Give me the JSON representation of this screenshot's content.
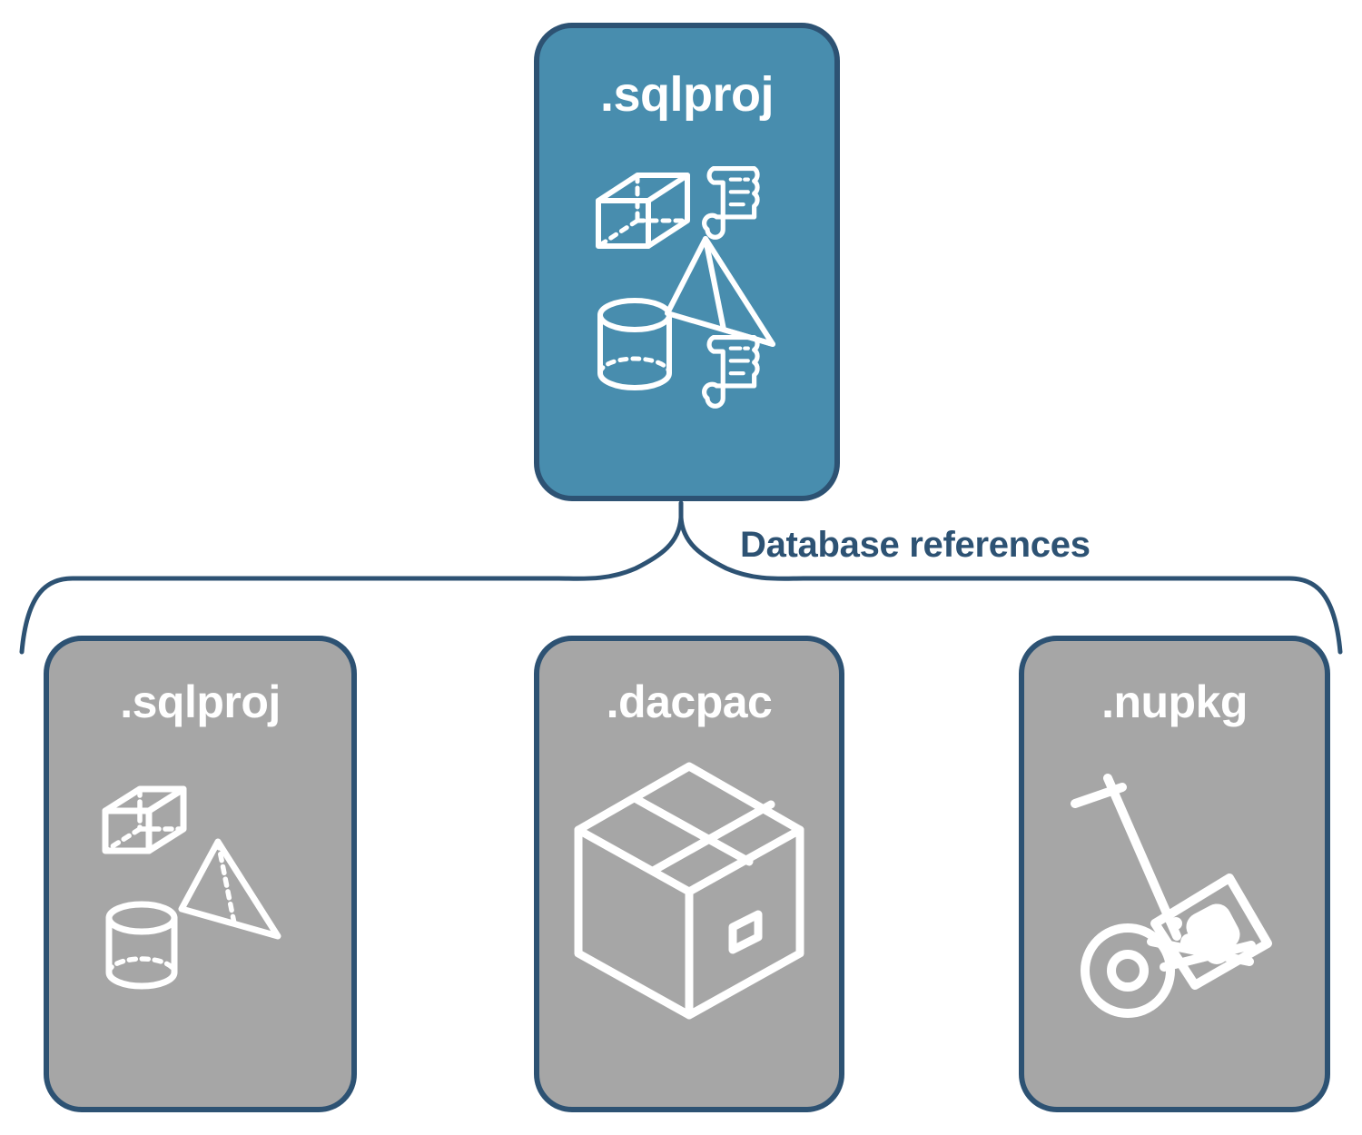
{
  "diagram": {
    "title_text": "Database references",
    "colors": {
      "accent_teal": "#488dae",
      "card_gray": "#a6a6a6",
      "border_navy": "#2d5273",
      "icon_white": "#ffffff",
      "background": "#ffffff"
    }
  },
  "root_node": {
    "label": ".sqlproj",
    "fill": "teal",
    "icons": [
      "cube-icon",
      "pyramid-icon",
      "cylinder-icon",
      "scroll-icon",
      "scroll-icon"
    ]
  },
  "connector": {
    "label": "Database references",
    "style": "curly-brace"
  },
  "children": [
    {
      "id": "sqlproj",
      "label": ".sqlproj",
      "fill": "gray",
      "icons": [
        "cube-icon",
        "pyramid-icon",
        "cylinder-icon"
      ]
    },
    {
      "id": "dacpac",
      "label": ".dacpac",
      "fill": "gray",
      "icons": [
        "package-box-icon"
      ]
    },
    {
      "id": "nupkg",
      "label": ".nupkg",
      "fill": "gray",
      "icons": [
        "hand-truck-icon",
        "nuget-package-icon"
      ]
    }
  ]
}
